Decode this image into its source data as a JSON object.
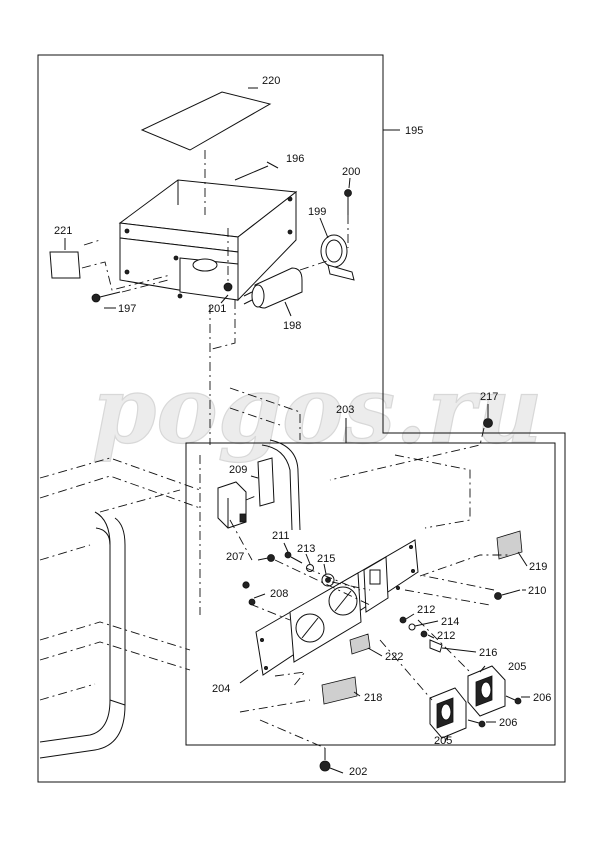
{
  "watermark": "pogos.ru",
  "labels": {
    "p195": "195",
    "p196": "196",
    "p197": "197",
    "p198": "198",
    "p199": "199",
    "p200": "200",
    "p201": "201",
    "p202": "202",
    "p203": "203",
    "p204": "204",
    "p205a": "205",
    "p205b": "205",
    "p206a": "206",
    "p206b": "206",
    "p207": "207",
    "p208": "208",
    "p209": "209",
    "p210": "210",
    "p211": "211",
    "p212a": "212",
    "p212b": "212",
    "p213": "213",
    "p214": "214",
    "p215": "215",
    "p216": "216",
    "p217": "217",
    "p218": "218",
    "p219": "219",
    "p220": "220",
    "p221": "221",
    "p222": "222"
  }
}
